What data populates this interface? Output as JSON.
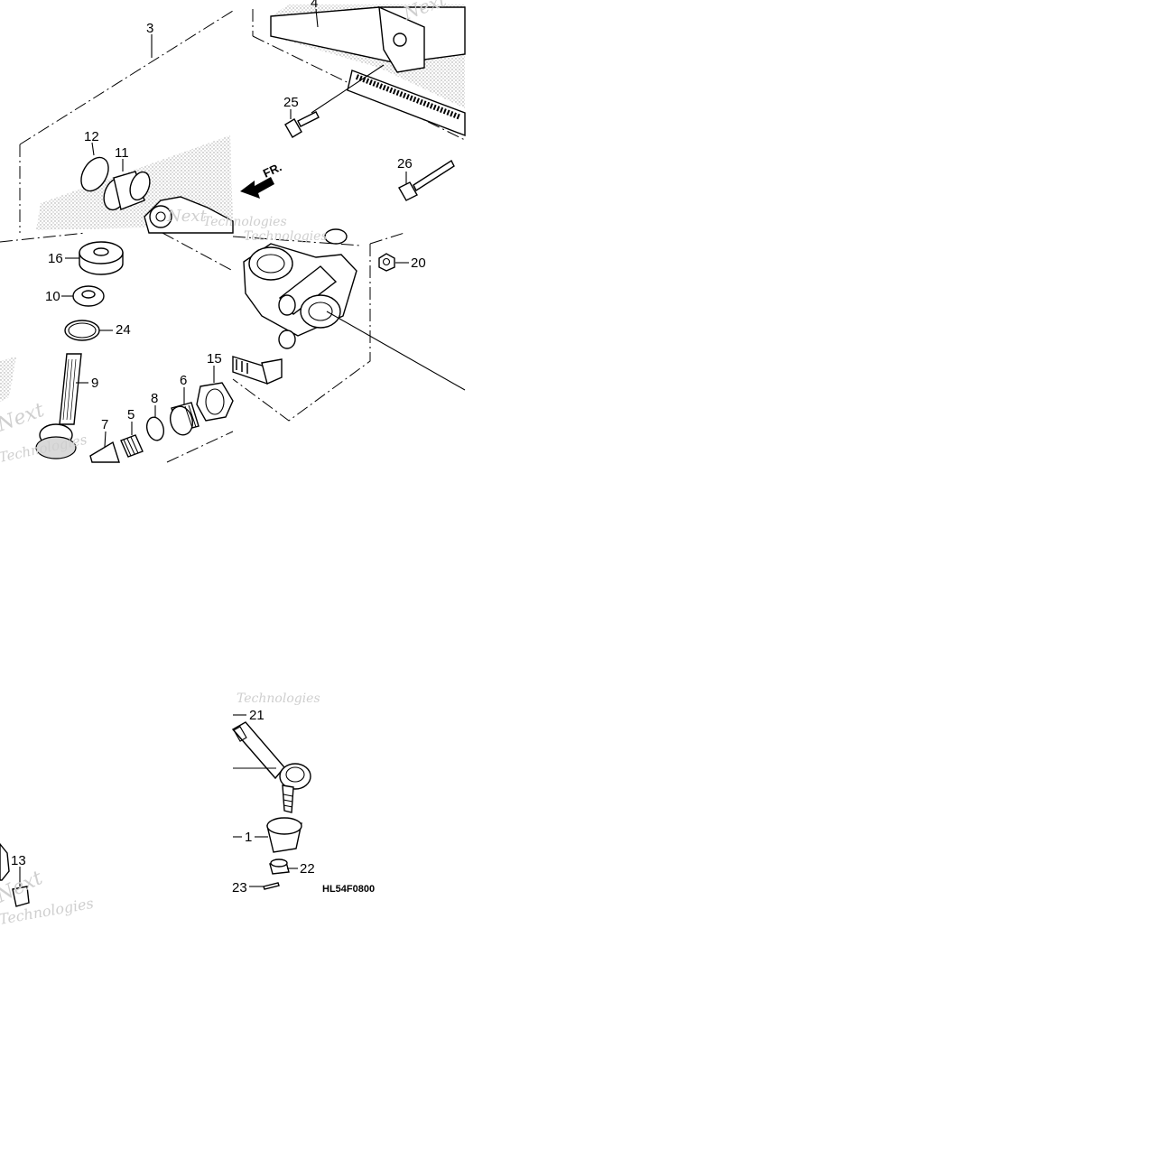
{
  "diagram": {
    "code": "HL54F0800",
    "direction_label": "FR.",
    "watermark": [
      "Next",
      "Technologies"
    ],
    "callouts": {
      "c3": "3",
      "c4": "4",
      "c12": "12",
      "c11": "11",
      "c25": "25",
      "c26": "26",
      "c16": "16",
      "c10": "10",
      "c24": "24",
      "c9": "9",
      "c20": "20",
      "c15": "15",
      "c6": "6",
      "c8": "8",
      "c5": "5",
      "c7": "7",
      "c21": "21",
      "c1": "1",
      "c22": "22",
      "c23": "23",
      "c13": "13"
    }
  }
}
